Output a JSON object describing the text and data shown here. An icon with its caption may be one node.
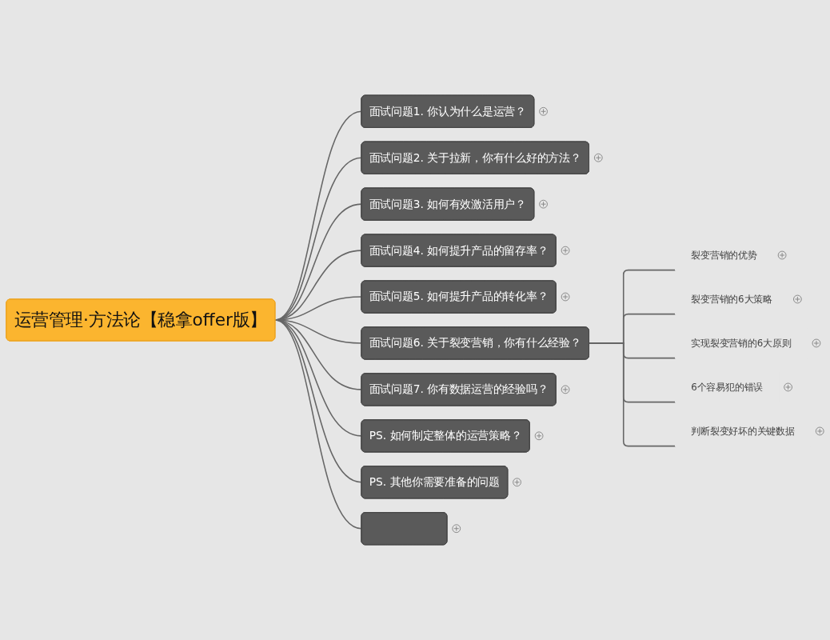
{
  "diagram": {
    "nodes": [
      {
        "text": [
          "运营管理·方法论【稳拿offer版】"
        ]
      },
      {
        "text": [
          "面试问题1. 你认为什么是运营？"
        ]
      },
      {
        "text": [
          "面试问题2. 关于拉新，你有什么好的方法？"
        ]
      },
      {
        "text": [
          "面试问题3. 如何有效激活用户？"
        ]
      },
      {
        "text": [
          "面试问题4. 如何提升产品的留存率？"
        ]
      },
      {
        "text": [
          "面试问题5. 如何提升产品的转化率？"
        ]
      },
      {
        "text": [
          "面试问题6. 关于裂变营销，你有什么经验？"
        ]
      },
      {
        "text": [
          "裂变营销的优势"
        ]
      },
      {
        "text": [
          "裂变营销的6大策略"
        ]
      },
      {
        "text": [
          "实现裂变营销的6大原则"
        ]
      },
      {
        "text": [
          "6个容易犯的错误"
        ]
      },
      {
        "text": [
          "判断裂变好坏的关键数据"
        ]
      },
      {
        "text": [
          "面试问题7. 你有数据运营的经验吗？"
        ]
      },
      {
        "text": [
          "PS. 如何制定整体的运营策略？"
        ]
      },
      {
        "text": [
          "PS. 其他你需要准备的问题"
        ]
      },
      {
        "text": [],
        "shape": "box"
      }
    ],
    "edges": [
      {
        "from": 0,
        "to": 1,
        "arrow": "none"
      },
      {
        "from": 0,
        "to": 2,
        "arrow": "none"
      },
      {
        "from": 0,
        "to": 3,
        "arrow": "none"
      },
      {
        "from": 0,
        "to": 4,
        "arrow": "none"
      },
      {
        "from": 0,
        "to": 5,
        "arrow": "none"
      },
      {
        "from": 0,
        "to": 6,
        "arrow": "none"
      },
      {
        "from": 6,
        "to": 7,
        "arrow": "none"
      },
      {
        "from": 6,
        "to": 8,
        "arrow": "none"
      },
      {
        "from": 6,
        "to": 9,
        "arrow": "none"
      },
      {
        "from": 6,
        "to": 10,
        "arrow": "none"
      },
      {
        "from": 6,
        "to": 11,
        "arrow": "none"
      },
      {
        "from": 0,
        "to": 12,
        "arrow": "none"
      },
      {
        "from": 0,
        "to": 13,
        "arrow": "none"
      },
      {
        "from": 0,
        "to": 14,
        "arrow": "none"
      },
      {
        "from": 0,
        "to": 15,
        "arrow": "none"
      }
    ]
  }
}
